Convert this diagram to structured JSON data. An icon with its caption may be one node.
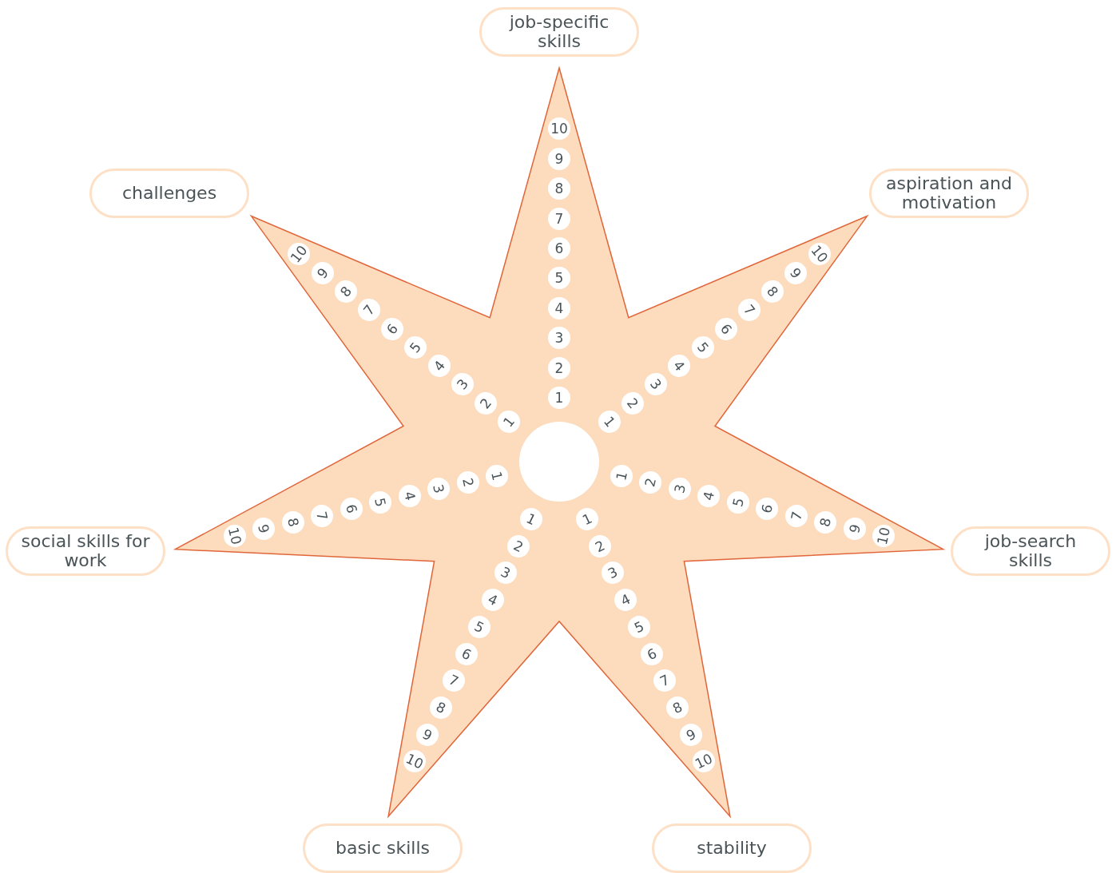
{
  "diagram": {
    "nodes": [
      {
        "text": [
          "job-specific skills"
        ]
      },
      {
        "text": [
          "challenges"
        ]
      },
      {
        "text": [
          "aspiration and motivation"
        ]
      },
      {
        "text": [
          "social skills for work"
        ]
      },
      {
        "text": [
          "job-search skills"
        ]
      },
      {
        "text": [
          "basic skills"
        ]
      },
      {
        "text": [
          "stability"
        ]
      }
    ],
    "labels": [
      "1",
      "2",
      "3",
      "4",
      "5",
      "6",
      "7",
      "8",
      "9",
      "10",
      "1",
      "2",
      "3",
      "4",
      "5",
      "6",
      "7",
      "8",
      "9",
      "10",
      "1",
      "2",
      "3",
      "4",
      "5",
      "6",
      "7",
      "8",
      "9",
      "10",
      "1",
      "2",
      "3",
      "4",
      "5",
      "6",
      "7",
      "8",
      "9",
      "10",
      "1",
      "2",
      "3",
      "4",
      "5",
      "6",
      "7",
      "8",
      "9",
      "10",
      "1",
      "2",
      "3",
      "4",
      "5",
      "6",
      "7",
      "8",
      "9",
      "10",
      "1",
      "2",
      "3",
      "4",
      "5",
      "6",
      "7",
      "8",
      "9",
      "10"
    ]
  }
}
